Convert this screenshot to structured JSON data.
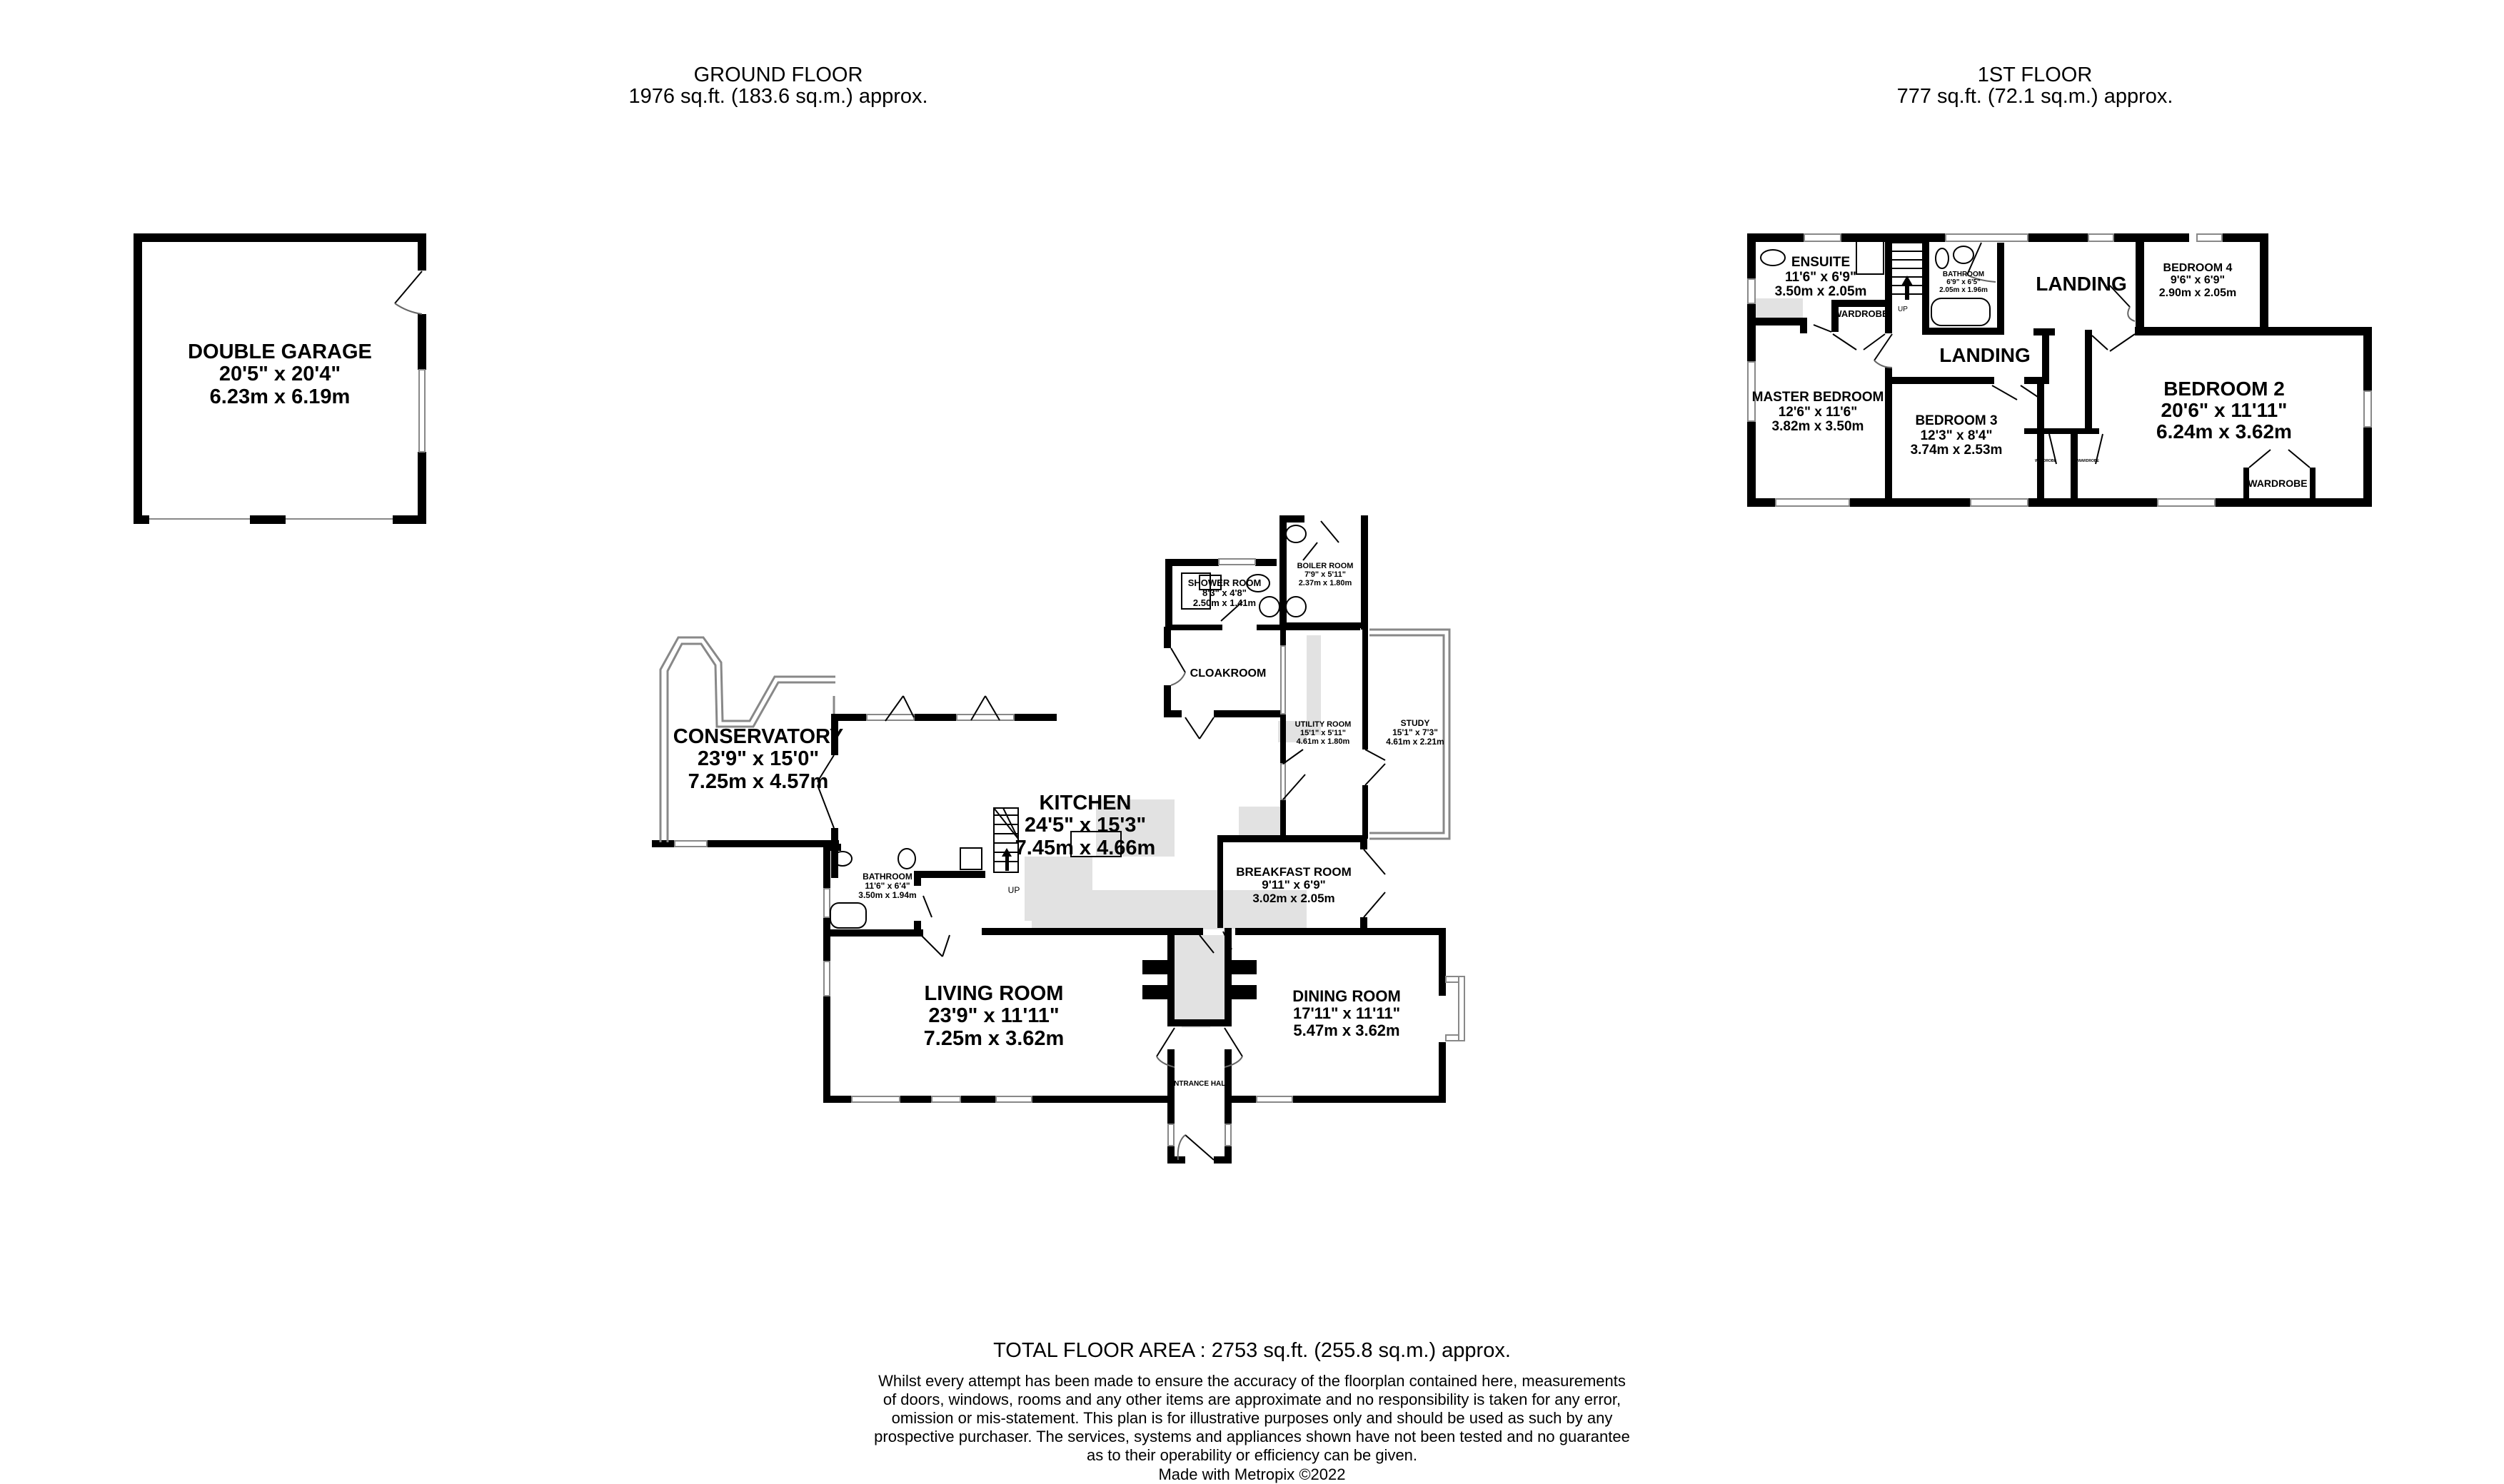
{
  "headings": {
    "ground_floor": {
      "title": "GROUND FLOOR",
      "area": "1976 sq.ft. (183.6 sq.m.) approx."
    },
    "first_floor": {
      "title": "1ST FLOOR",
      "area": "777 sq.ft. (72.1 sq.m.) approx."
    }
  },
  "ground_floor_rooms": {
    "double_garage": {
      "name": "DOUBLE GARAGE",
      "imperial": "20'5\"  x 20'4\"",
      "metric": "6.23m  x 6.19m"
    },
    "conservatory": {
      "name": "CONSERVATORY",
      "imperial": "23'9\"  x 15'0\"",
      "metric": "7.25m  x 4.57m"
    },
    "kitchen": {
      "name": "KITCHEN",
      "imperial": "24'5\"  x 15'3\"",
      "metric": "7.45m  x 4.66m"
    },
    "shower_room": {
      "name": "SHOWER ROOM",
      "imperial": "8'3\"  x 4'8\"",
      "metric": "2.50m  x 1.41m"
    },
    "boiler_room": {
      "name": "BOILER ROOM",
      "imperial": "7'9\"  x 5'11\"",
      "metric": "2.37m  x 1.80m"
    },
    "cloakroom": {
      "name": "CLOAKROOM"
    },
    "utility_room": {
      "name": "UTILITY ROOM",
      "imperial": "15'1\"  x 5'11\"",
      "metric": "4.61m  x 1.80m"
    },
    "study": {
      "name": "STUDY",
      "imperial": "15'1\"  x 7'3\"",
      "metric": "4.61m  x 2.21m"
    },
    "bathroom": {
      "name": "BATHROOM",
      "imperial": "11'6\"  x 6'4\"",
      "metric": "3.50m  x 1.94m"
    },
    "breakfast_room": {
      "name": "BREAKFAST ROOM",
      "imperial": "9'11\"  x 6'9\"",
      "metric": "3.02m  x 2.05m"
    },
    "living_room": {
      "name": "LIVING ROOM",
      "imperial": "23'9\"  x 11'11\"",
      "metric": "7.25m  x 3.62m"
    },
    "dining_room": {
      "name": "DINING ROOM",
      "imperial": "17'11\"  x 11'11\"",
      "metric": "5.47m  x 3.62m"
    },
    "entrance_hall": {
      "name": "ENTRANCE HALL"
    },
    "stairs_label": "UP"
  },
  "first_floor_rooms": {
    "ensuite": {
      "name": "ENSUITE",
      "imperial": "11'6\"  x 6'9\"",
      "metric": "3.50m  x 2.05m"
    },
    "bathroom": {
      "name": "BATHROOM",
      "imperial": "6'9\"  x 6'5\"",
      "metric": "2.05m  x 1.96m"
    },
    "landing_upper": {
      "name": "LANDING"
    },
    "landing_lower": {
      "name": "LANDING"
    },
    "bedroom_4": {
      "name": "BEDROOM 4",
      "imperial": "9'6\"  x 6'9\"",
      "metric": "2.90m  x 2.05m"
    },
    "master_bedroom": {
      "name": "MASTER BEDROOM",
      "imperial": "12'6\"  x 11'6\"",
      "metric": "3.82m  x 3.50m"
    },
    "bedroom_3": {
      "name": "BEDROOM 3",
      "imperial": "12'3\"  x 8'4\"",
      "metric": "3.74m  x 2.53m"
    },
    "bedroom_2": {
      "name": "BEDROOM 2",
      "imperial": "20'6\"  x 11'11\"",
      "metric": "6.24m  x 3.62m"
    },
    "wardrobe_master": "WARDROBE",
    "wardrobe_bed3": "WARDROBE",
    "wardrobe_bed2a": "WARDROBE",
    "wardrobe_bed2b": "WARDROBE",
    "stairs_label": "UP"
  },
  "footer": {
    "total": "TOTAL FLOOR AREA : 2753 sq.ft. (255.8 sq.m.) approx.",
    "disclaimer_lines": [
      "Whilst every attempt has been made to ensure the accuracy of the floorplan contained here, measurements",
      "of doors, windows, rooms and any other items are approximate and no responsibility is taken for any error,",
      "omission or mis-statement. This plan is for illustrative purposes only and should be used as such by any",
      "prospective purchaser. The services, systems and appliances shown have not been tested and no guarantee",
      "as to their operability or efficiency can be given."
    ],
    "credit": "Made with Metropix ©2022"
  },
  "colors": {
    "wall": "#000000",
    "floor": "#ffffff",
    "fixture_shade": "#e2e2e2",
    "window": "#ffffff"
  }
}
